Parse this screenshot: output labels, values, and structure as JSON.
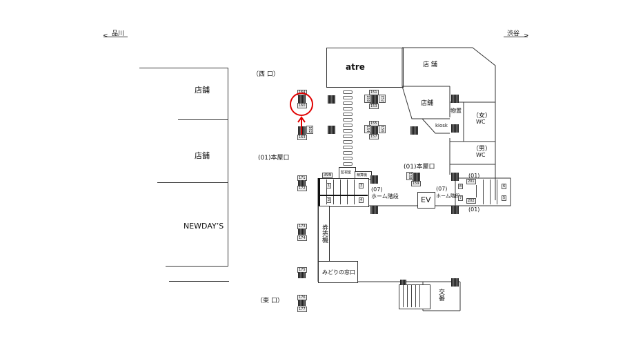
{
  "directions": {
    "left": "品川",
    "right": "渋谷"
  },
  "exits": {
    "west": "（西 口）",
    "honya_left": "(01)本屋口",
    "honya_center": "(01)本屋口",
    "east": "（東 口）"
  },
  "shops": {
    "left1": "店舗",
    "left2": "店舗",
    "newdays": "NEWDAY’S",
    "atre": "atre",
    "shop_top": "店 舗",
    "shop_mid": "店舗",
    "kiosk": "kiosk"
  },
  "facilities": {
    "storage": "物置",
    "wc_f_1": "（女）",
    "wc_f_2": "WC",
    "wc_m_1": "（男）",
    "wc_m_2": "WC",
    "ev": "EV",
    "ticket_machine": "券売機",
    "midori": "みどりの窓口",
    "koban": "交番",
    "office1": "監視室",
    "office2": "精算機"
  },
  "stairs": {
    "left_num": "(07)",
    "left_name": "ホーム階段",
    "right_num": "(07)",
    "right_name": "ホーム階段",
    "top01": "(01)",
    "bottom01": "(01)"
  },
  "pillar_labels": {
    "a": "164",
    "b": "160",
    "c": "162",
    "d": "163",
    "e": "151",
    "f": "153",
    "g": "150",
    "h": "152",
    "i": "155",
    "j": "157",
    "k": "154",
    "l": "156",
    "m": "399",
    "n": "158",
    "o": "159",
    "p": "201",
    "q": "202",
    "r": "171",
    "s": "172",
    "t": "173",
    "u": "174",
    "v": "175",
    "w": "176",
    "x": "177"
  },
  "stair_numbers": [
    "1",
    "2",
    "3",
    "4",
    "5",
    "6",
    "7",
    "8"
  ],
  "highlight_color": "#e00000"
}
